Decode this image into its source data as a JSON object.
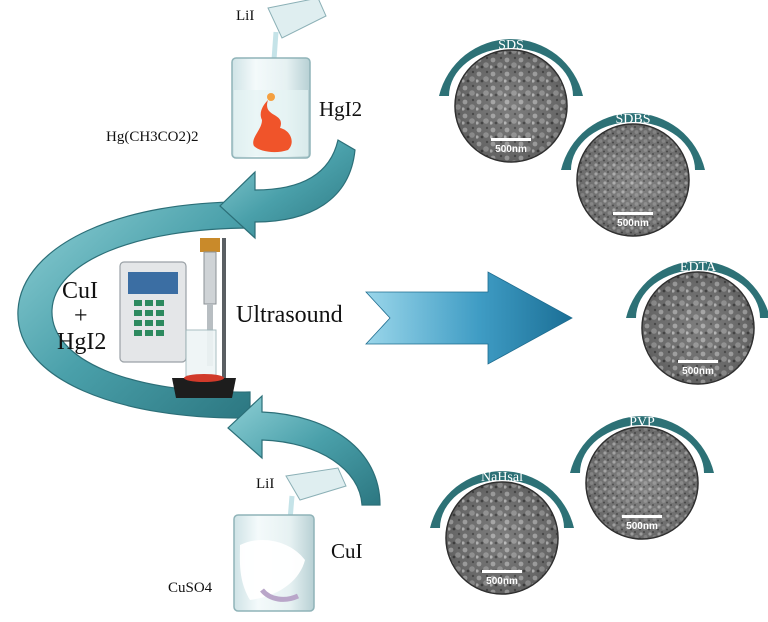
{
  "top_beaker": {
    "reagent_pour": "LiI",
    "reagent_base": "Hg(CH3CO2)2",
    "product": "HgI2"
  },
  "bottom_beaker": {
    "reagent_pour": "LiI",
    "reagent_base": "CuSO4",
    "product": "CuI"
  },
  "mixture": {
    "line1": "CuI",
    "line2": "+",
    "line3": "HgI2"
  },
  "process_label": "Ultrasound",
  "sem_images": [
    {
      "title": "SDS",
      "scale": "500nm"
    },
    {
      "title": "SDBS",
      "scale": "500nm"
    },
    {
      "title": "EDTA",
      "scale": "500nm"
    },
    {
      "title": "PVP",
      "scale": "500nm"
    },
    {
      "title": "NaHsal",
      "scale": "500nm"
    }
  ],
  "colors": {
    "teal_arrow": "#5aa9b4",
    "teal_dark": "#2f7f88",
    "badge": "#2d7176",
    "big_arrow_light": "#79c6e2",
    "big_arrow_dark": "#1d7fa4",
    "hg_precipitate": "#f0542a"
  }
}
